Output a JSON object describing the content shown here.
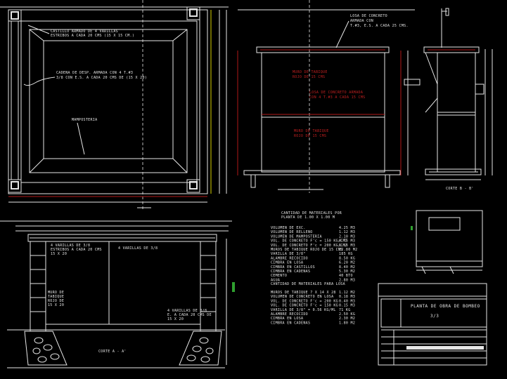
{
  "plan": {
    "callout_1": [
      "CASTILLO ARMADO DE 4 VARILLAS",
      "ESTRIBOS A CADA 20 CMS (15 X 15 CM.)"
    ],
    "callout_2": [
      "CADENA DE DESP. ARMADA CON 4 T.#3",
      "3/8 CON E.S. A CADA 20 CMS DE (15 X 20)"
    ],
    "callout_3": "MAMPOSTERIA"
  },
  "elevation": {
    "label_top": [
      "LOSA DE CONCRETO",
      "ARMADA CON",
      "T.#3, E.S. A CADA 25 CMS."
    ],
    "label_wall_1": [
      "MURO DE TABIQUE",
      "ROJO DE 15 CMS"
    ],
    "label_wall_2": [
      "LOSA DE CONCRETO ARMADA",
      "CON 4 T.#3 A CADA 15 CMS"
    ],
    "label_wall_3": [
      "MURO DE TABIQUE",
      "ROJO DE 15 CMS"
    ],
    "section_label": "CORTE  A - A'"
  },
  "section": {
    "callout_1": [
      "4 VARILLAS DE 3/8",
      "ESTRIBOS A CADA 20 CMS",
      "15 X 20"
    ],
    "callout_2": "4 VARILLAS DE 3/8",
    "callout_3": [
      "MURO DE",
      "TABIQUE",
      "ROJO DE",
      "15 X 20"
    ],
    "callout_4": [
      "4 VARILLAS DE 3/8",
      "E. A CADA 20 CMS DE",
      "15 X 20"
    ],
    "cut_label": "CORTE  B - B'"
  },
  "quantities": {
    "title_1": [
      "CANTIDAD DE MATERIALES POR",
      "PLANTA DE 1.00 X 1.00 M"
    ],
    "rows_1": [
      [
        "VOLUMEN DE EXC.",
        "4.25 M3"
      ],
      [
        "VOLUMEN DE RELLENO",
        "1.12 M3"
      ],
      [
        "VOLUMEN DE MAMPOSTERIA",
        "2.10 M3"
      ],
      [
        "VOL. DE CONCRETO F'c = 150 KG/CM2",
        "0.75 M3"
      ],
      [
        "VOL. DE CONCRETO F'c = 200 KG/CM2",
        "1.15 M3"
      ],
      [
        "MUROS DE TABIQUE ROJO DE 15 CMS",
        "22.80 M2"
      ],
      [
        "VARILLA DE 3/8\"",
        "185 KG"
      ],
      [
        "ALAMBRE RECOCIDO",
        "8.50 KG"
      ],
      [
        "CIMBRA EN LOSA",
        "6.20 M2"
      ],
      [
        "CIMBRA EN CASTILLOS",
        "8.40 M2"
      ],
      [
        "CIMBRA EN CADENAS",
        "5.30 M2"
      ],
      [
        "CEMENTO",
        "40 BTO"
      ],
      [
        "AGUA",
        "2.80 M3"
      ]
    ],
    "title_2": "CANTIDAD DE MATERIALES PARA LOSA",
    "rows_2": [
      [
        "MUROS DE TABIQUE 7 X 14 X 28",
        "1.12 M2"
      ],
      [
        "VOLUMEN DE CONCRETO EN LOSA",
        "0.18 M3"
      ],
      [
        "VOL. DE CONCRETO F'c = 200 KG",
        "0.40 M3"
      ],
      [
        "VOL. DE CONCRETO F'c = 150 KG",
        "0.15 M3"
      ],
      [
        "VARILLA DE 3/8\" = 0.56 KG/ML",
        "71 KG"
      ],
      [
        "ALAMBRE RECOCIDO",
        "2.50 KG"
      ],
      [
        "CIMBRA EN LOSA",
        "2.30 M2"
      ],
      [
        "CIMBRA EN CADENAS",
        "1.80 M2"
      ]
    ]
  },
  "title_block": {
    "drawing_title": "PLANTA DE OBRA DE BOMBEO",
    "drawing_number": "3/3"
  },
  "colors": {
    "background": "#000000",
    "linework": "#e6e6e6",
    "accent_red": "#b01818",
    "accent_green": "#2fa02f",
    "accent_yellow": "#d8d000"
  }
}
